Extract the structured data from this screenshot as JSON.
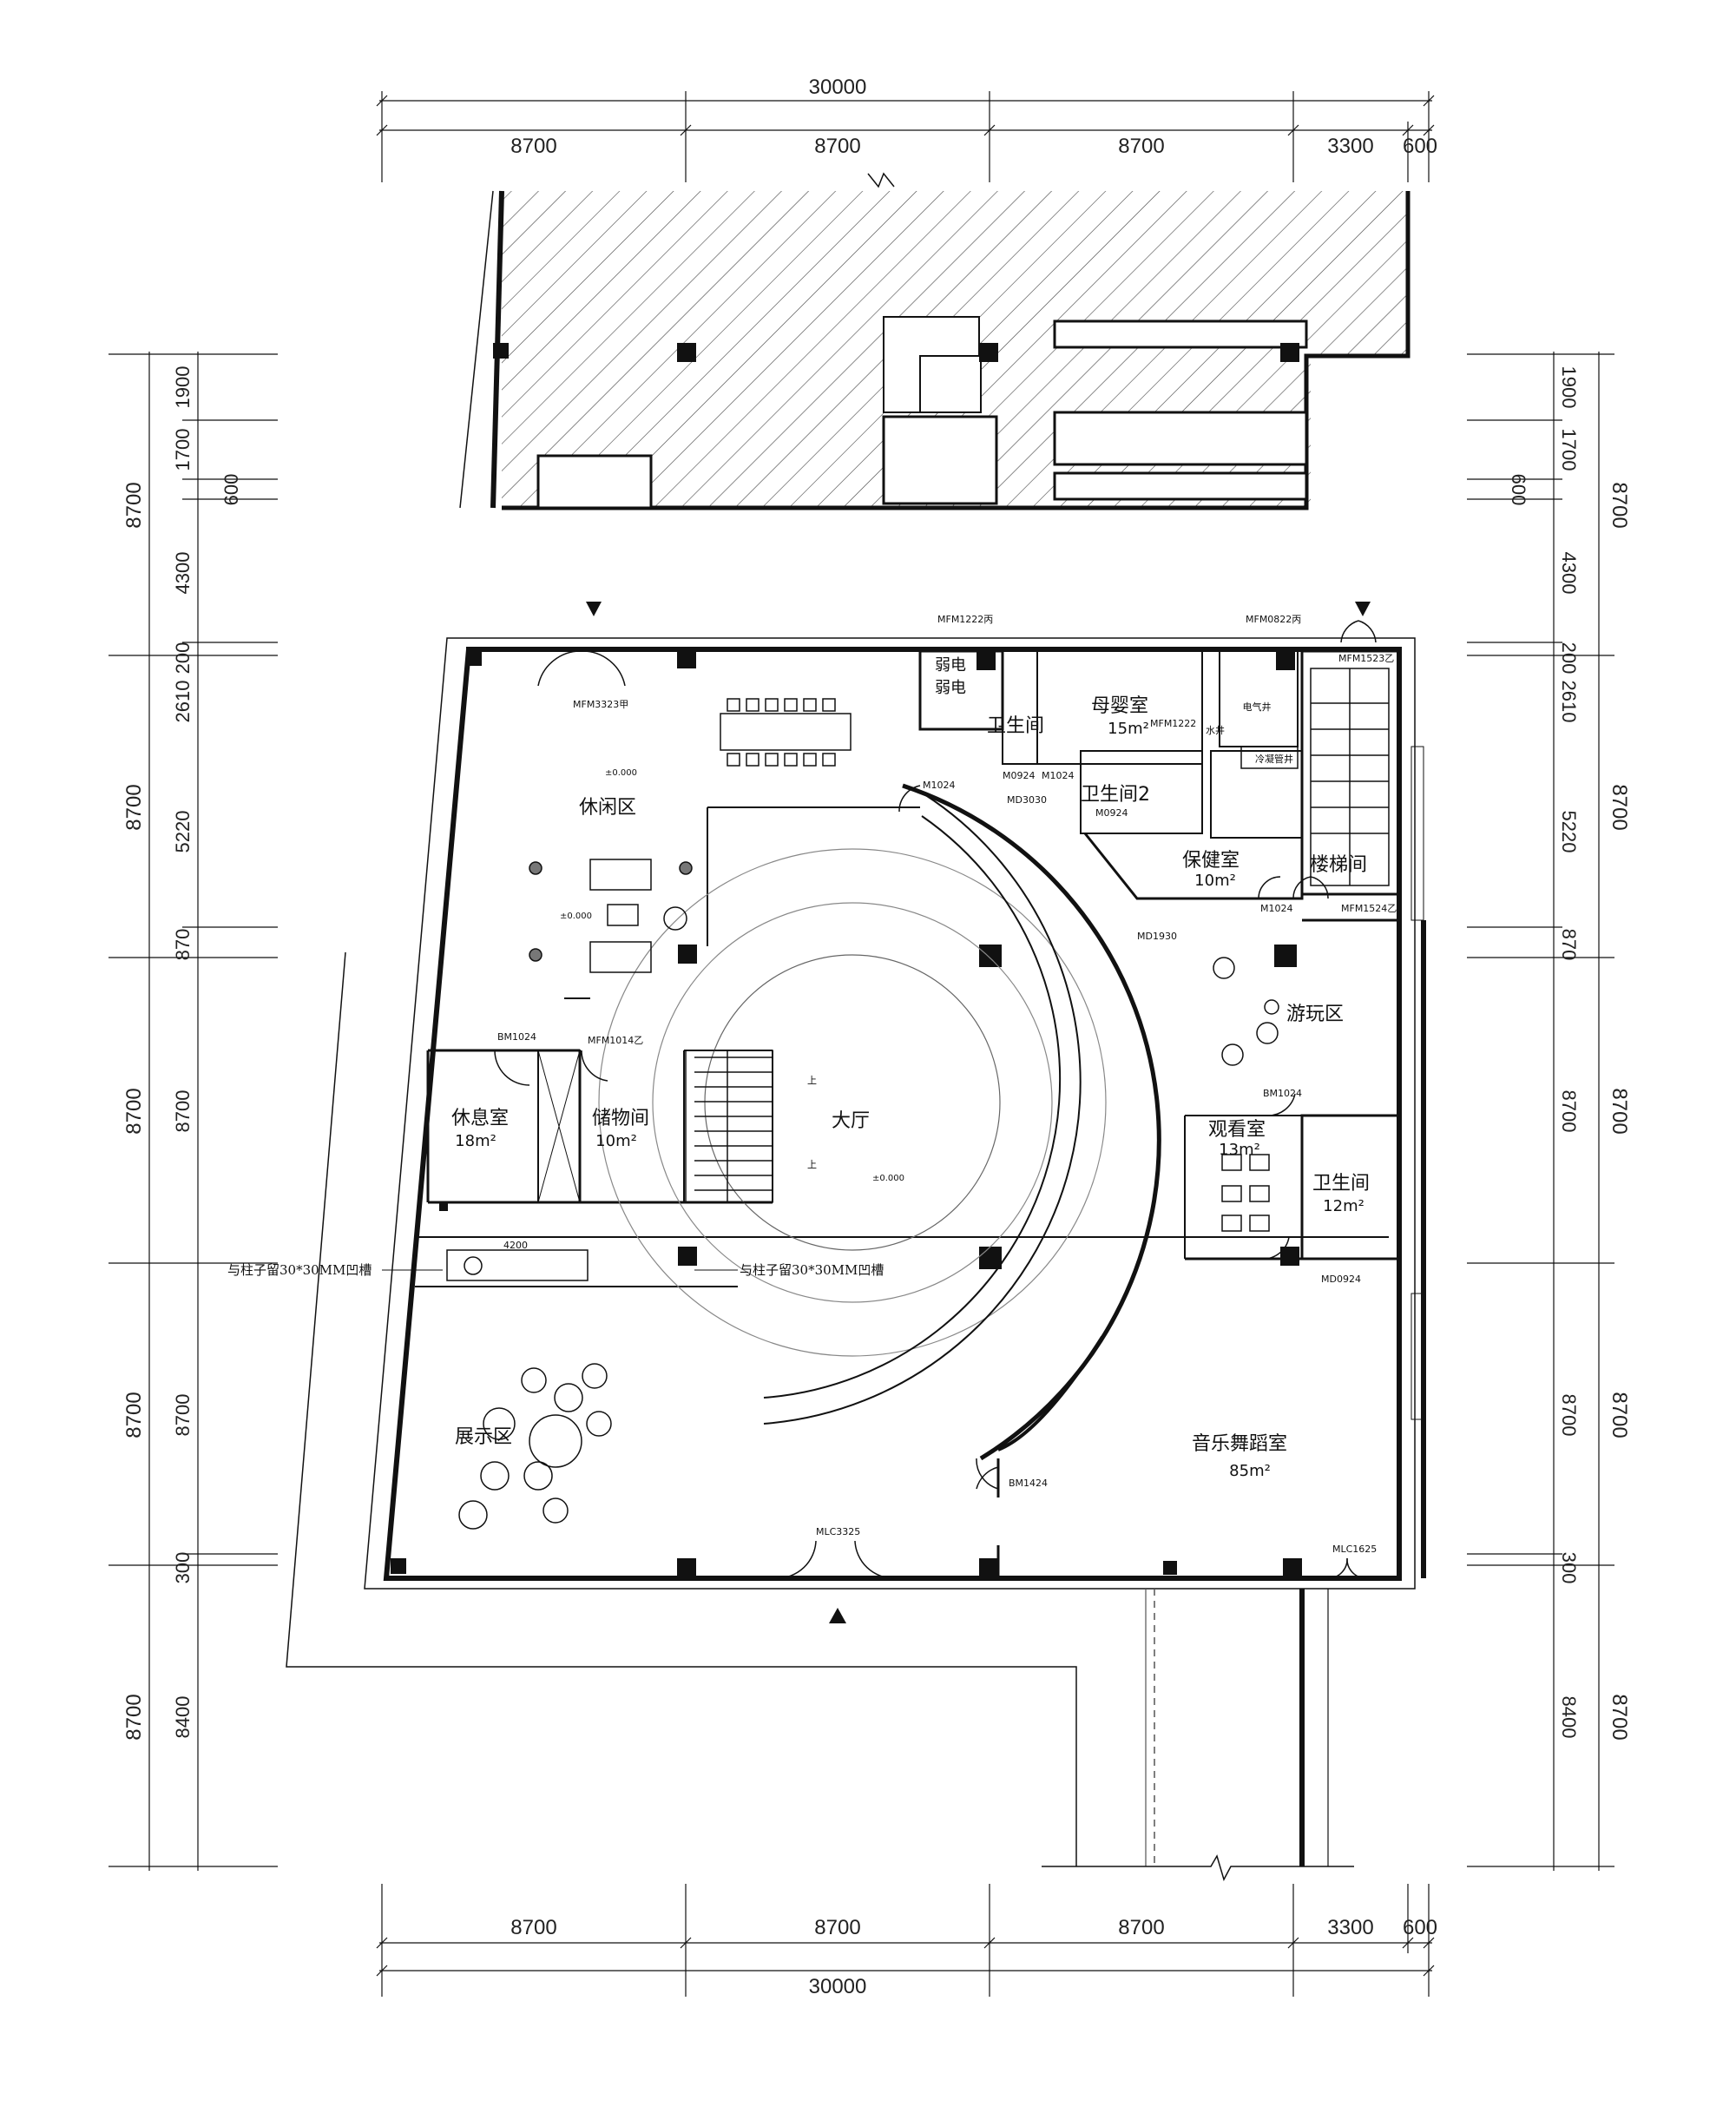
{
  "dims": {
    "top_total": "30000",
    "top_segments": [
      "8700",
      "8700",
      "8700",
      "3300",
      "600"
    ],
    "bottom_total": "30000",
    "bottom_segments": [
      "8700",
      "8700",
      "8700",
      "3300",
      "600"
    ],
    "left_outer": [
      "8700",
      "8700",
      "8700",
      "8700",
      "8700"
    ],
    "left_inner": [
      "1900",
      "1700",
      "600",
      "4300",
      "200",
      "2610",
      "5220",
      "870",
      "8700",
      "8700",
      "300",
      "8400"
    ],
    "right_outer": [
      "8700",
      "8700",
      "8700",
      "8700",
      "8700"
    ],
    "right_inner": [
      "1900",
      "1700",
      "600",
      "4300",
      "200",
      "2610",
      "5220",
      "870",
      "8700",
      "8700",
      "300",
      "8400"
    ]
  },
  "rooms": [
    {
      "id": "leisure",
      "name": "休闲区",
      "area": ""
    },
    {
      "id": "hall",
      "name": "大厅",
      "area": ""
    },
    {
      "id": "rest",
      "name": "休息室",
      "area": "18m²"
    },
    {
      "id": "storage",
      "name": "储物间",
      "area": "10m²"
    },
    {
      "id": "mother",
      "name": "母婴室",
      "area": "15m²"
    },
    {
      "id": "wc1",
      "name": "卫生间",
      "area": ""
    },
    {
      "id": "wc2",
      "name": "卫生间2",
      "area": ""
    },
    {
      "id": "health",
      "name": "保健室",
      "area": "10m²"
    },
    {
      "id": "stair",
      "name": "楼梯间",
      "area": ""
    },
    {
      "id": "play",
      "name": "游玩区",
      "area": ""
    },
    {
      "id": "watch",
      "name": "观看室",
      "area": "13m²"
    },
    {
      "id": "wc3",
      "name": "卫生间",
      "area": "12m²"
    },
    {
      "id": "exhibit",
      "name": "展示区",
      "area": ""
    },
    {
      "id": "music",
      "name": "音乐舞蹈室",
      "area": "85m²"
    },
    {
      "id": "weak",
      "name": "弱电",
      "area": ""
    },
    {
      "id": "weak2",
      "name": "弱电",
      "area": ""
    },
    {
      "id": "elec",
      "name": "电气井",
      "area": ""
    },
    {
      "id": "cold",
      "name": "冷凝管井",
      "area": ""
    },
    {
      "id": "water",
      "name": "水井",
      "area": ""
    }
  ],
  "doors": [
    "MFM3323甲",
    "MFM1222丙",
    "MFM0822丙",
    "MFM1523乙",
    "MFM1222",
    "M1024",
    "M0924",
    "M1024",
    "MD3030",
    "M0924",
    "M1024",
    "MFM1524乙",
    "MD1930",
    "BM1024",
    "MFM1014乙",
    "BM1024",
    "MD0924",
    "BM1424",
    "MLC3325",
    "MLC1625"
  ],
  "elevations": [
    "±0.000",
    "±0.000",
    "±0.000"
  ],
  "notes": [
    "与柱子留30*30MM凹槽",
    "与柱子留30*30MM凹槽",
    "4200"
  ],
  "stair_labels": [
    "上",
    "上"
  ],
  "icons": [
    "down-triangle-marker",
    "down-triangle-marker",
    "up-triangle-marker",
    "break-line-icon"
  ]
}
